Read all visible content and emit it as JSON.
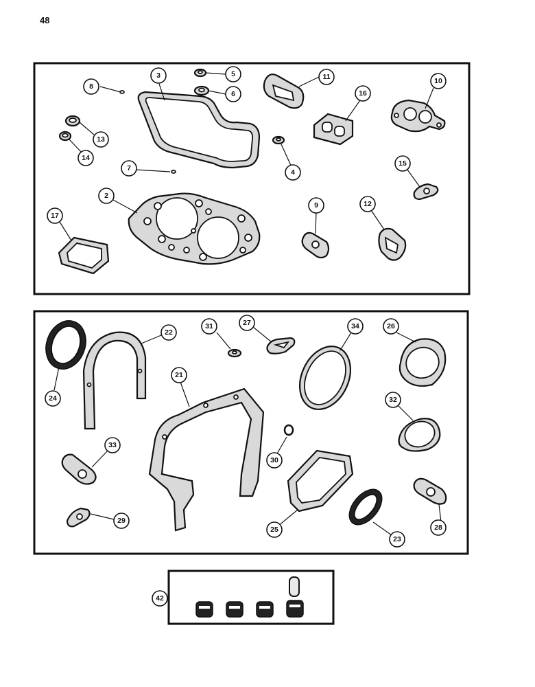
{
  "page": {
    "number": "48"
  },
  "callouts": {
    "c2": "2",
    "c3": "3",
    "c4": "4",
    "c5": "5",
    "c6": "6",
    "c7": "7",
    "c8": "8",
    "c9": "9",
    "c10": "10",
    "c11": "11",
    "c12": "12",
    "c13": "13",
    "c14": "14",
    "c15": "15",
    "c16": "16",
    "c17": "17",
    "c21": "21",
    "c22": "22",
    "c23": "23",
    "c24": "24",
    "c25": "25",
    "c26": "26",
    "c27": "27",
    "c28": "28",
    "c29": "29",
    "c30": "30",
    "c31": "31",
    "c32": "32",
    "c33": "33",
    "c34": "34",
    "c42": "42"
  }
}
